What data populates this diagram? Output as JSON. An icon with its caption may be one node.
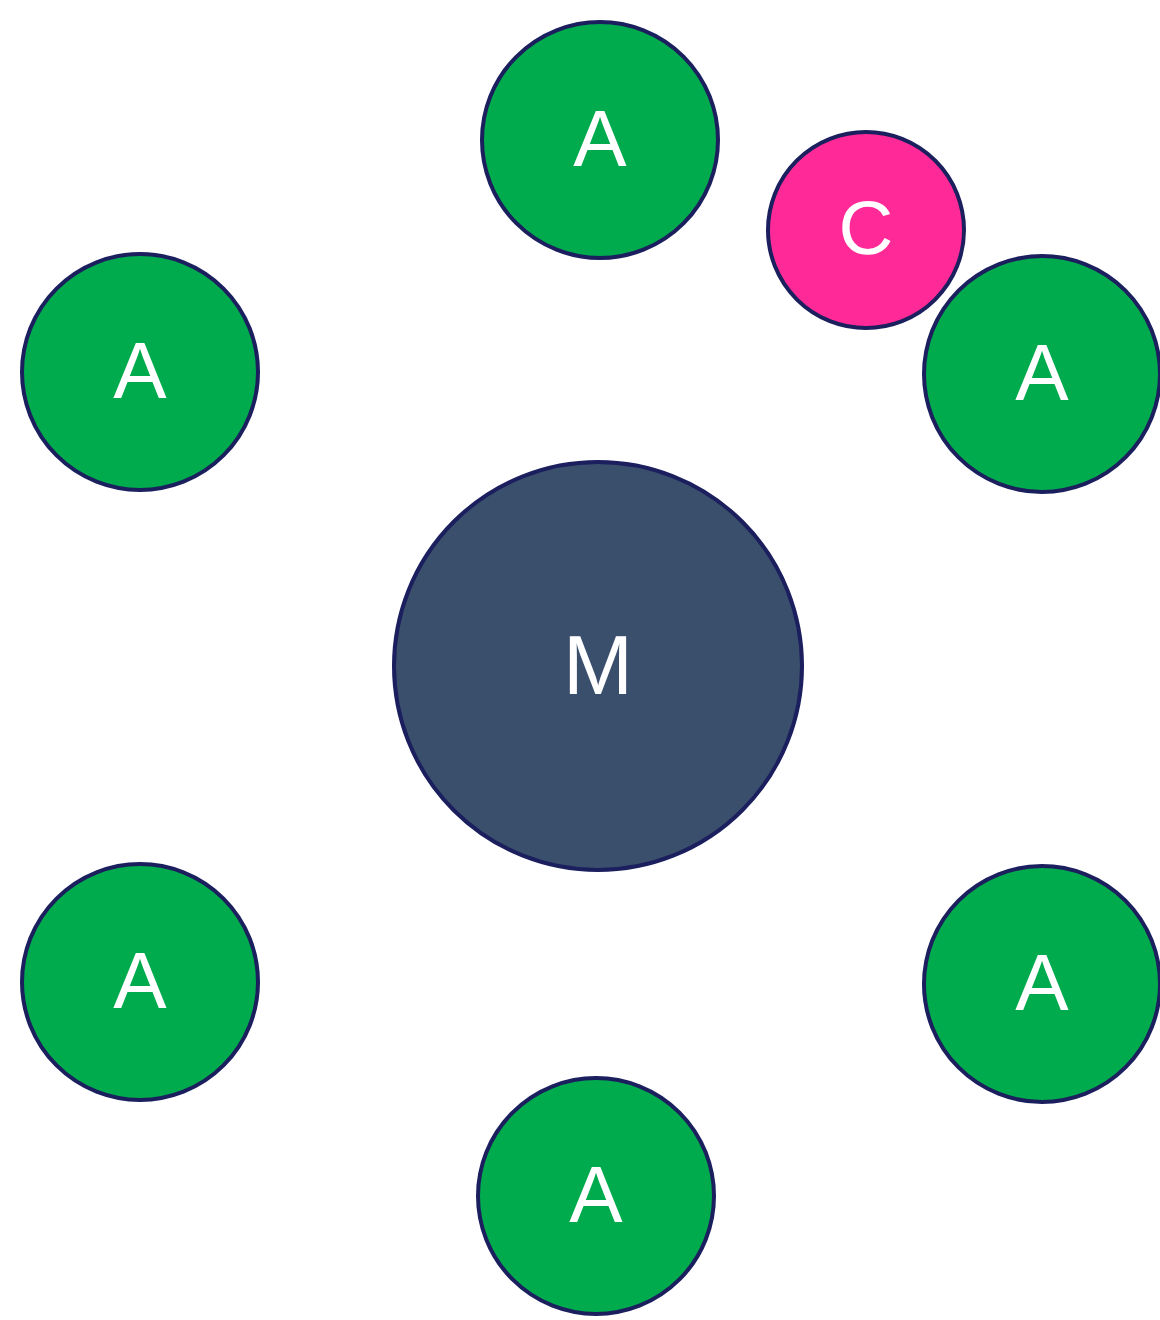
{
  "diagram": {
    "nodes": [
      {
        "text": [
          "A"
        ]
      },
      {
        "text": [
          "C"
        ]
      },
      {
        "text": [
          "A"
        ]
      },
      {
        "text": [
          "A"
        ]
      },
      {
        "text": [
          "M"
        ]
      },
      {
        "text": [
          "A"
        ]
      },
      {
        "text": [
          "A"
        ]
      },
      {
        "text": [
          "A"
        ]
      }
    ]
  }
}
